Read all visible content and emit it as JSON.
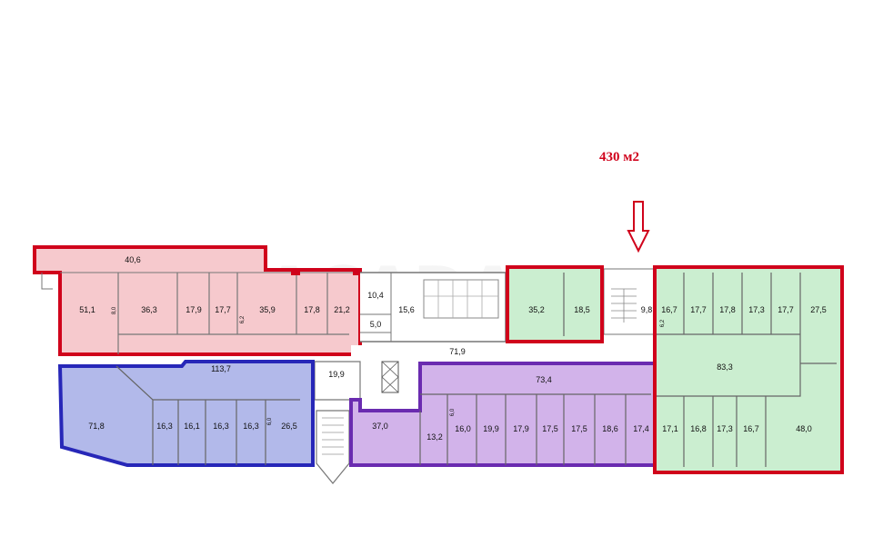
{
  "title": "430 м2",
  "watermark": "ACADA",
  "colors": {
    "red_fill": "#f6c9cd",
    "red_stroke": "#d0021b",
    "blue_fill": "#b2b9ea",
    "blue_stroke": "#2727b8",
    "violet_fill": "#d2b3ea",
    "violet_stroke": "#6a2bb0",
    "green_fill": "#cbeed0",
    "green_stroke": "#d0021b",
    "wall": "#555555"
  },
  "rooms": {
    "r1": "40,6",
    "r2": "51,1",
    "r3": "36,3",
    "r4": "17,9",
    "r5": "17,7",
    "r6": "35,9",
    "r7": "17,8",
    "r8": "21,2",
    "r9": "10,4",
    "r10": "5,0",
    "r11": "15,6",
    "r12": "71,9",
    "r13": "113,7",
    "r14": "19,9",
    "r15": "71,8",
    "r16": "16,3",
    "r17": "16,1",
    "r18": "16,3",
    "r19": "16,3",
    "r20": "26,5",
    "r21": "37,0",
    "r22": "73,4",
    "r23": "13,2",
    "r24": "16,0",
    "r25": "19,9",
    "r26": "17,9",
    "r27": "17,5",
    "r28": "17,5",
    "r29": "18,6",
    "r30": "17,4",
    "r31": "35,2",
    "r32": "18,5",
    "r33": "9,8",
    "r34": "16,7",
    "r35": "17,7",
    "r36": "17,8",
    "r37": "17,3",
    "r38": "17,7",
    "r39": "27,5",
    "r40": "83,3",
    "r41": "17,1",
    "r42": "16,8",
    "r43": "17,3",
    "r44": "16,7",
    "r45": "48,0"
  },
  "dims": {
    "d1": "8,0",
    "d2": "6,2",
    "d3": "6,0",
    "d4": "6,0",
    "d5": "6,2"
  }
}
